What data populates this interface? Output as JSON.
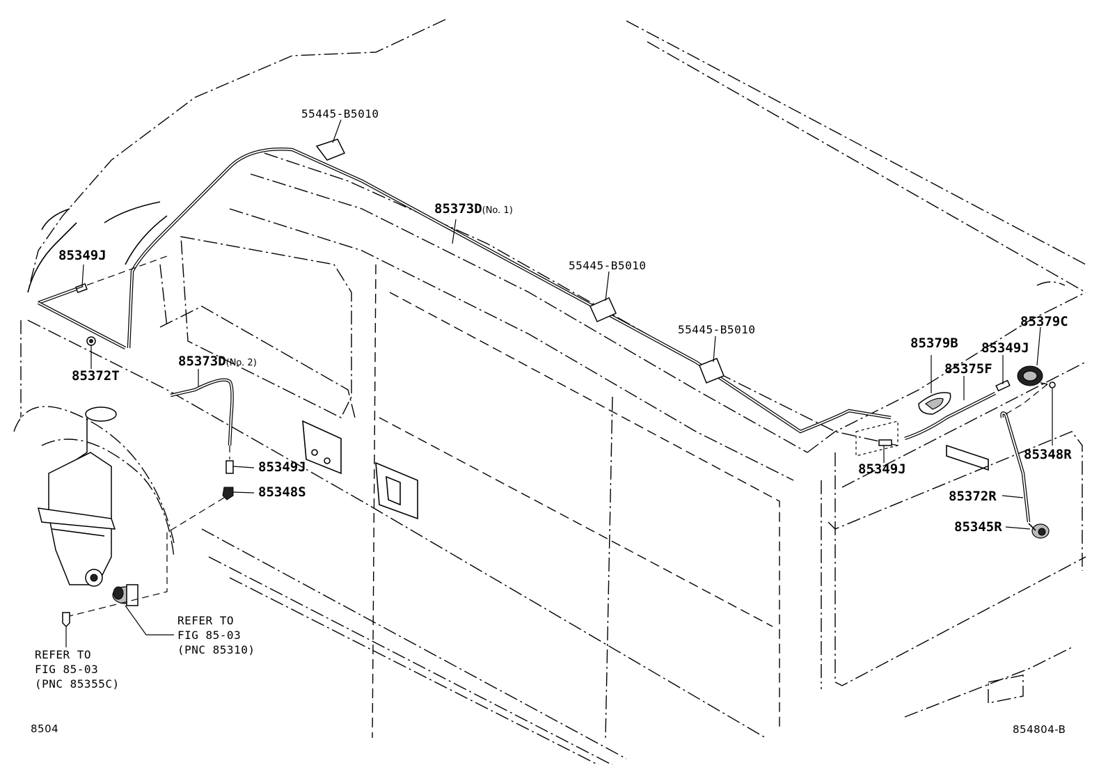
{
  "labels": {
    "clip_top": "55445-B5010",
    "clip_mid": "55445-B5010",
    "clip_right": "55445-B5010",
    "hose_no1_part": "85373D",
    "hose_no1_suffix": "(No. 1)",
    "hose_no2_part": "85373D",
    "hose_no2_suffix": "(No. 2)",
    "joint_left_top": "85349J",
    "clamp_left": "85372T",
    "joint_center": "85349J",
    "nozzle_center": "85348S",
    "grommet_b": "85379B",
    "joint_right_top": "85349J",
    "grommet_c": "85379C",
    "hose_f": "85375F",
    "nozzle_r": "85348R",
    "joint_right_bottom": "85349J",
    "hose_r": "85372R",
    "pump_r": "85345R",
    "refer_pump": "REFER TO\nFIG 85-03\n(PNC 85310)",
    "refer_tank": "REFER TO\nFIG 85-03\n(PNC 85355C)",
    "fig_number": "8504",
    "illustration_id": "854804-B"
  }
}
